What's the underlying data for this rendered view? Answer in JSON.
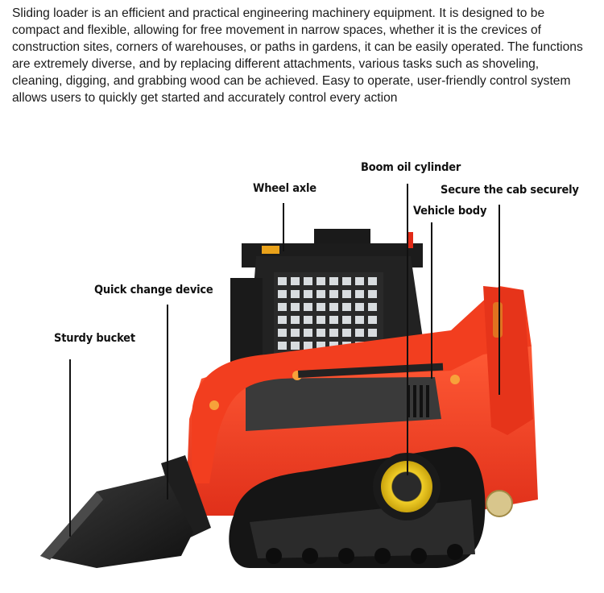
{
  "intro_text": "Sliding loader is an efficient and practical engineering machinery equipment. It is designed to be compact and flexible, allowing for free movement in narrow spaces, whether it is the crevices of construction sites, corners of warehouses, or paths in gardens, it can be easily operated. The functions are extremely diverse, and by replacing different attachments, various tasks such as shoveling, cleaning, digging, and grabbing wood can be achieved. Easy to operate, user-friendly control system allows users to quickly get started and accurately control every action",
  "callouts": {
    "boom_oil_cylinder": "Boom oil cylinder",
    "wheel_axle": "Wheel axle",
    "secure_cab": "Secure the cab securely",
    "vehicle_body": "Vehicle body",
    "quick_change": "Quick change device",
    "sturdy_bucket": "Sturdy bucket"
  },
  "colors": {
    "body_red": "#f03a1c",
    "dark_red": "#b92512",
    "cab_black": "#1c1c1c",
    "track_black": "#161616",
    "hub_yellow": "#e8c21a"
  }
}
